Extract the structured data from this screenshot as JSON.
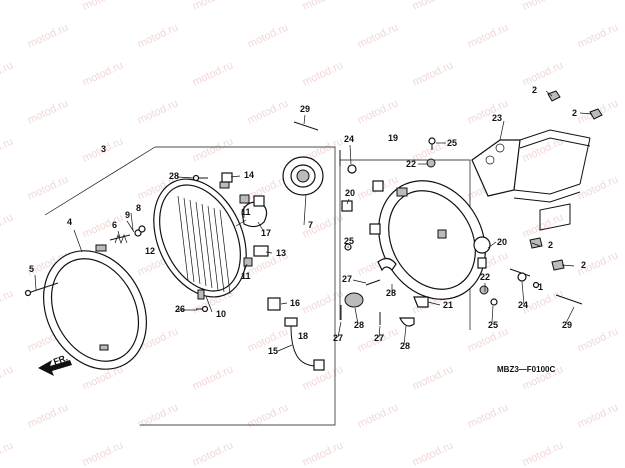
{
  "watermark": "motod.ru",
  "diagram_code": "MBZ3—F0100C",
  "front_label": "FR.",
  "callouts": {
    "c1": "1",
    "c2a": "2",
    "c2b": "2",
    "c2c": "2",
    "c2d": "2",
    "c3": "3",
    "c4": "4",
    "c5": "5",
    "c6": "6",
    "c7": "7",
    "c8": "8",
    "c9": "9",
    "c10": "10",
    "c11a": "11",
    "c11b": "11",
    "c12": "12",
    "c13": "13",
    "c14": "14",
    "c15": "15",
    "c16": "16",
    "c17": "17",
    "c18": "18",
    "c19": "19",
    "c20a": "20",
    "c20b": "20",
    "c21": "21",
    "c22a": "22",
    "c22b": "22",
    "c23": "23",
    "c24a": "24",
    "c24b": "24",
    "c25a": "25",
    "c25b": "25",
    "c25c": "25",
    "c26": "26",
    "c27a": "27",
    "c27b": "27",
    "c27c": "27",
    "c28a": "28",
    "c28b": "28",
    "c28c": "28",
    "c28d": "28",
    "c29a": "29",
    "c29b": "29"
  }
}
